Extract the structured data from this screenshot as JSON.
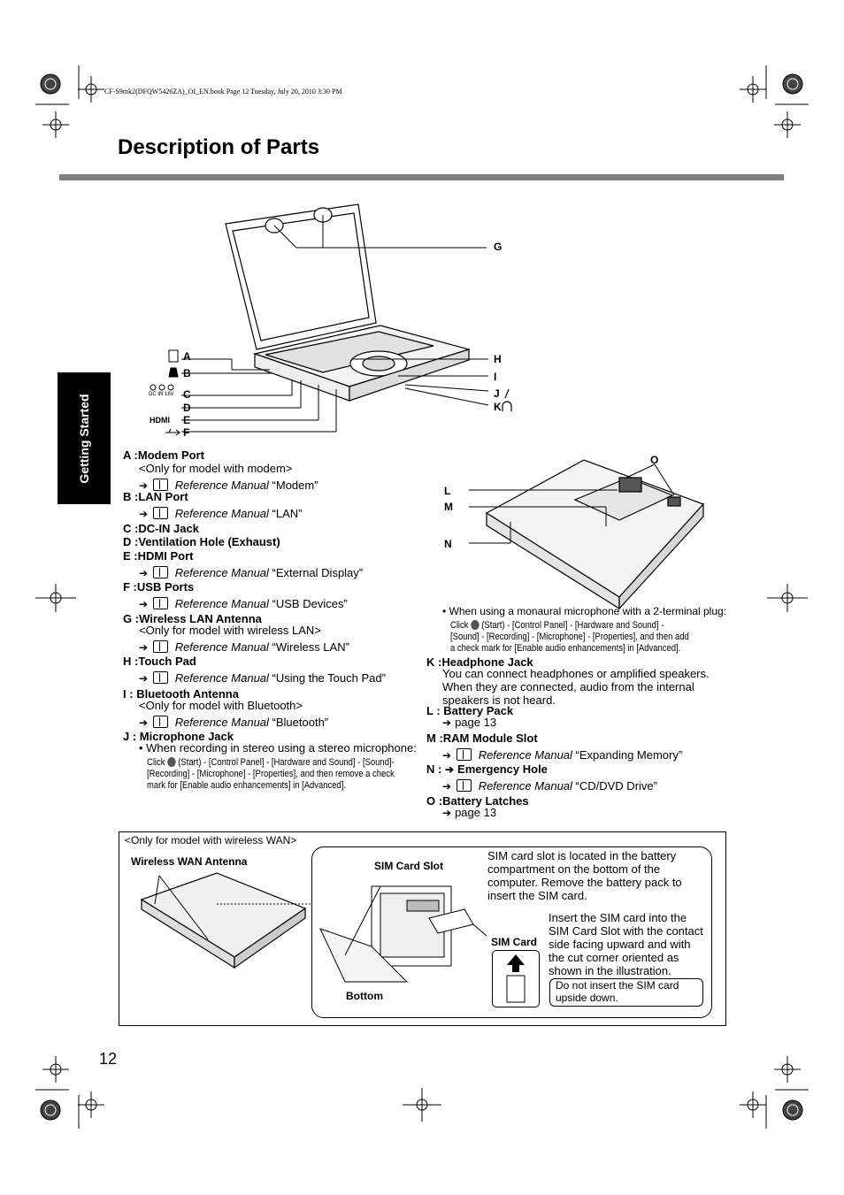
{
  "header": "CF-S9mk2(DFQW5426ZA)_OI_EN.book  Page 12  Tuesday, July 20, 2010  3:30 PM",
  "title": "Description of Parts",
  "side_tab": "Getting Started",
  "page_number": "12",
  "diagram_labels": {
    "A": "A",
    "B": "B",
    "C": "C",
    "D": "D",
    "E": "E",
    "F": "F",
    "G": "G",
    "H": "H",
    "I": "I",
    "J": "J",
    "K": "K",
    "L": "L",
    "M": "M",
    "N": "N",
    "O": "O",
    "dc_in": "DC IN 16V",
    "hdmi": "HDMI"
  },
  "left_parts": [
    {
      "key": "A :",
      "name": "Modem Port",
      "sub": "<Only for model with modem>",
      "ref_italic": "Reference Manual",
      "ref_topic": " “Modem”"
    },
    {
      "key": "B :",
      "name": "LAN Port",
      "ref_italic": "Reference Manual",
      "ref_topic": " “LAN”"
    },
    {
      "key": "C :",
      "name": "DC-IN Jack"
    },
    {
      "key": "D :",
      "name": "Ventilation Hole (Exhaust)"
    },
    {
      "key": "E :",
      "name": "HDMI Port",
      "ref_italic": "Reference Manual",
      "ref_topic": " “External Display”"
    },
    {
      "key": "F :",
      "name": "USB Ports",
      "ref_italic": "Reference Manual",
      "ref_topic": " “USB Devices”"
    },
    {
      "key": "G :",
      "name": "Wireless LAN Antenna",
      "sub": "<Only for model with wireless LAN>",
      "ref_italic": "Reference Manual",
      "ref_topic": " “Wireless LAN”"
    },
    {
      "key": "H :",
      "name": "Touch Pad",
      "ref_italic": "Reference Manual",
      "ref_topic": " “Using the Touch Pad”"
    },
    {
      "key": "I :",
      "name": "Bluetooth Antenna",
      "sub": "<Only for model with Bluetooth>",
      "ref_italic": "Reference Manual",
      "ref_topic": " “Bluetooth”"
    },
    {
      "key": "J :",
      "name": "Microphone Jack"
    }
  ],
  "mic_stereo": "• When recording in stereo using a stereo microphone:",
  "mic_stereo_detail": [
    "Click",
    "(Start) - [Control Panel] - [Hardware and Sound] - [Sound]-",
    "[Recording] - [Microphone] - [Properties], and then remove a check",
    "mark for [Enable audio enhancements] in [Advanced]."
  ],
  "mic_mono": "• When using a monaural microphone with a 2-terminal plug:",
  "mic_mono_detail": [
    "Click",
    "(Start) - [Control Panel] - [Hardware and Sound] -",
    "[Sound] - [Recording] - [Microphone] - [Properties], and then add",
    "a check mark for [Enable audio enhancements] in [Advanced]."
  ],
  "right_parts": {
    "k_key": "K :",
    "k_name": "Headphone Jack",
    "k_desc": [
      "You can connect headphones or amplified speakers.",
      "When they are connected, audio from the internal",
      "speakers is not heard."
    ],
    "l_key": "L :",
    "l_name": "Battery Pack",
    "l_page": "page 13",
    "m_key": "M :",
    "m_name": "RAM Module Slot",
    "m_ref_italic": "Reference Manual",
    "m_ref_topic": " “Expanding Memory”",
    "n_key": "N :",
    "n_name": "Emergency Hole",
    "n_ref_italic": "Reference Manual",
    "n_ref_topic": " “CD/DVD Drive”",
    "o_key": "O :",
    "o_name": "Battery Latches",
    "o_page": "page 13"
  },
  "wan_box": {
    "heading": "<Only for model with wireless WAN>",
    "antenna_label": "Wireless WAN Antenna",
    "sim_slot_label": "SIM Card Slot",
    "sim_card_label": "SIM Card",
    "bottom_label": "Bottom",
    "desc1": [
      "SIM card slot is located in the battery",
      "compartment on the bottom of the",
      "computer. Remove the battery pack to",
      "insert the SIM card."
    ],
    "desc2": [
      "Insert the SIM card into the",
      "SIM Card Slot with the contact",
      "side facing upward and with",
      "the cut corner oriented as",
      "shown in the illustration."
    ],
    "warning": [
      "Do not insert the SIM card",
      "upside down."
    ]
  }
}
